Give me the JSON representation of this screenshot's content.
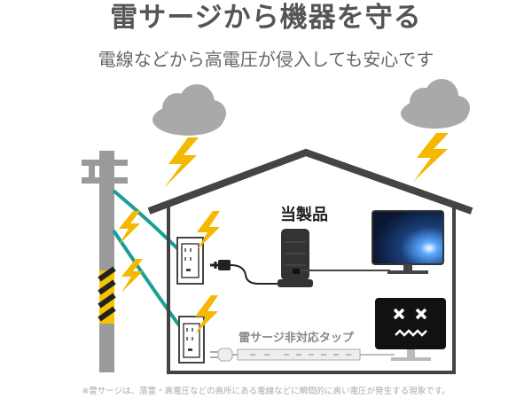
{
  "title": "雷サージから機器を守る",
  "subtitle": "電線などから高電圧が侵入しても安心です",
  "labels": {
    "product": "当製品",
    "unprotected_tap": "雷サージ非対応タップ"
  },
  "footnote": "※雷サージは、落雷・高電圧などの高所にある電線などに瞬間的に高い電圧が発生する現象です。",
  "colors": {
    "lightning": "#f5b800",
    "wire": "#1a9e95",
    "house": "#444444",
    "pole": "#9a9a9a"
  }
}
